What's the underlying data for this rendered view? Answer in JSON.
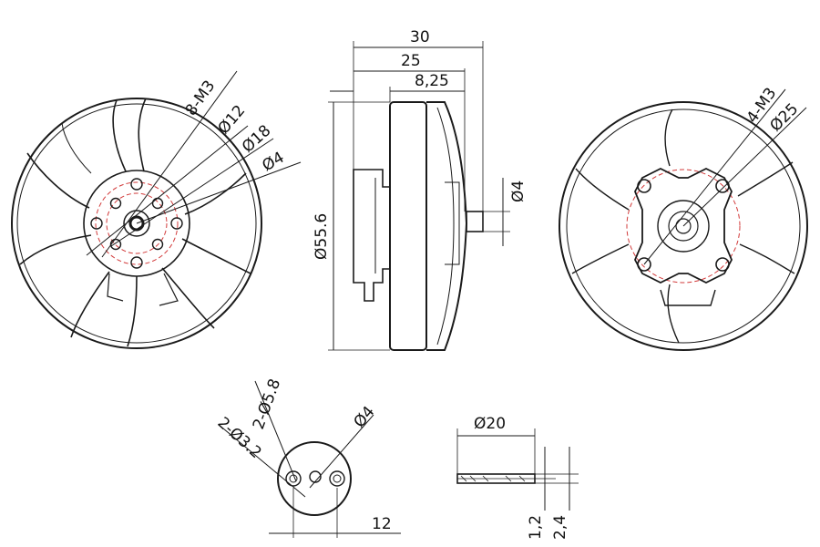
{
  "labels": {
    "m3_8": "8-M3",
    "d12": "Ø12",
    "d18": "Ø18",
    "d4_front": "Ø4",
    "d55": "Ø55.6",
    "w30": "30",
    "w25": "25",
    "w825": "8,25",
    "d4_shaft": "Ø4",
    "m3_4": "4-M3",
    "d25": "Ø25",
    "d58": "2-Ø5.8",
    "d32": "2-Ø3.2",
    "d4_small": "Ø4",
    "len12": "12",
    "d20": "Ø20",
    "t12": "1,2",
    "t24": "2,4"
  },
  "colors": {
    "line": "#1a1a1a",
    "center_line": "#d23a3a"
  }
}
